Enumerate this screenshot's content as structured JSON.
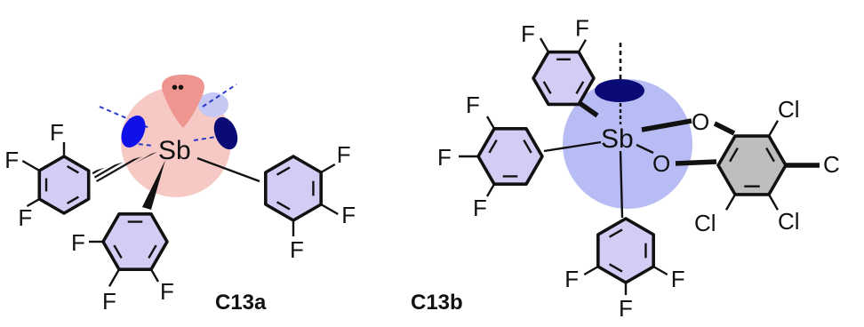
{
  "colors": {
    "aryl_ring": "#d4ccf4",
    "chloro_ring": "#bdbdbd",
    "orbital_pink": "#f7c9c5",
    "lone_pair_lobe": "#ef9590",
    "blue_lobe": "#1010e8",
    "navy_lobe": "#0b0b78",
    "light_blue_lobe": "#c4c8f2",
    "sigma_hole_sphere": "#b7bdf4",
    "bond": "#111111"
  },
  "structures": [
    {
      "id": "C13a",
      "label": "C13a",
      "center_atom": "Sb",
      "substituent_atom": "F",
      "lone_pair_dots": "••"
    },
    {
      "id": "C13b",
      "label": "C13b",
      "center_atom": "Sb",
      "substituent_atom": "F",
      "oxygen_atom": "O",
      "chlorine_atom": "Cl",
      "truncated_atom": "C"
    }
  ]
}
